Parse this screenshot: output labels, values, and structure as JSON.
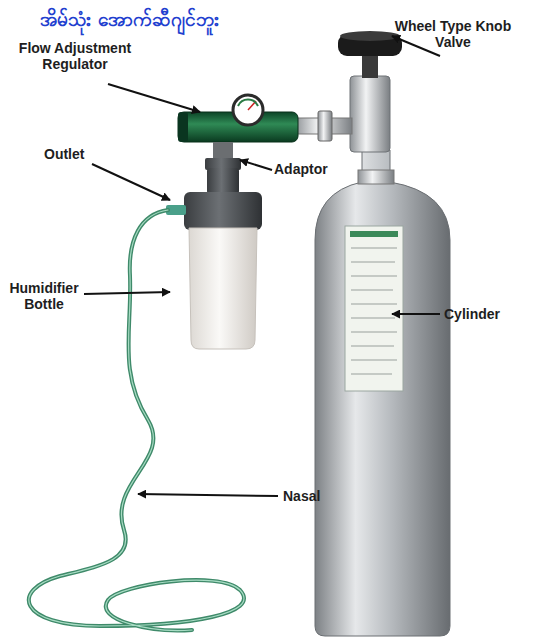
{
  "diagram": {
    "title": "အိမ်သုံး အောက်ဆီဂျင်ဘူး",
    "labels": [
      "Wheel Type Knob Valve",
      "Flow Adjustment Regulator",
      "Outlet",
      "Adaptor",
      "Humidifier Bottle",
      "Cylinder",
      "Nasal"
    ]
  }
}
